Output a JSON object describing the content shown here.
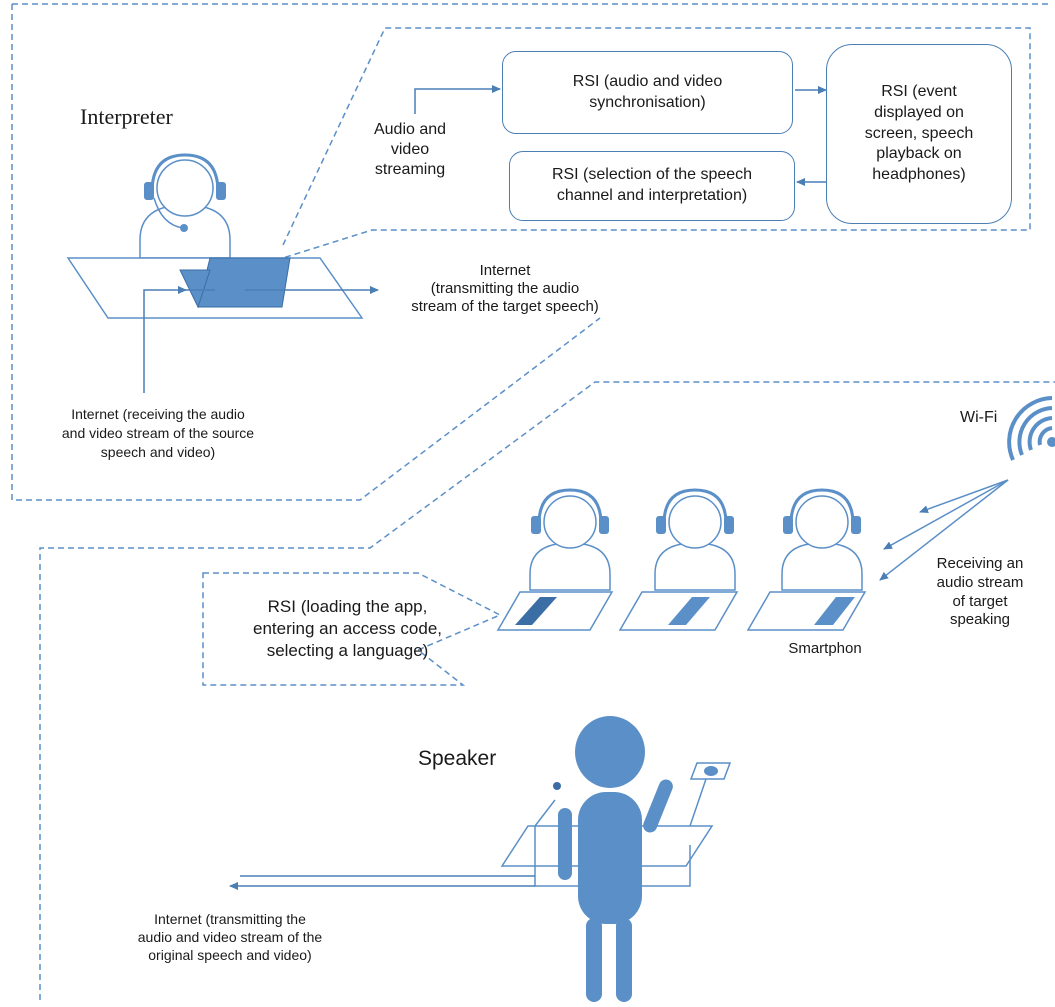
{
  "interpreter": {
    "title": "Interpreter",
    "rsi_sync": "RSI (audio and video\nsynchronisation)",
    "rsi_display": "RSI (event\ndisplayed on\nscreen, speech\nplayback on\nheadphones)",
    "rsi_selection": "RSI (selection of the speech\nchannel and interpretation)",
    "av_streaming": "Audio and\nvideo\nstreaming",
    "internet_out": "Internet\n(transmitting the audio\nstream of the target speech)",
    "internet_in": "Internet (receiving the audio\nand video stream of the source\nspeech and video)"
  },
  "audience": {
    "wifi": "Wi-Fi",
    "receiving": "Receiving an\naudio stream\nof target\nspeaking",
    "smartphone": "Smartphon",
    "rsi_app": "RSI (loading the app,\nentering an access code,\nselecting a language)"
  },
  "speaker": {
    "title": "Speaker",
    "internet_out": "Internet (transmitting the\naudio and video stream of the\noriginal speech and video)"
  },
  "colors": {
    "accent": "#5b8fc7",
    "line": "#4a7fb5",
    "dashed": "#5b8fc7"
  }
}
